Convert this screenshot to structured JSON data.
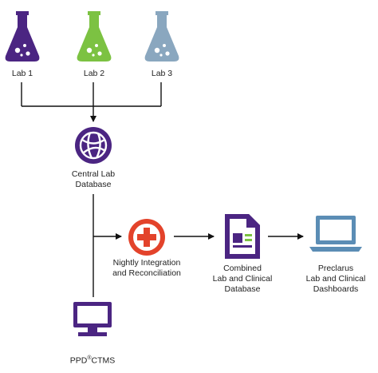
{
  "nodes": {
    "lab1": {
      "label": "Lab 1",
      "color": "#4b2582"
    },
    "lab2": {
      "label": "Lab 2",
      "color": "#7cc242"
    },
    "lab3": {
      "label": "Lab 3",
      "color": "#8aa7bf"
    },
    "central": {
      "label_line1": "Central Lab",
      "label_line2": "Database",
      "color": "#4b2582"
    },
    "nightly": {
      "label_line1": "Nightly Integration",
      "label_line2": "and Reconciliation",
      "color": "#e3432b"
    },
    "combined": {
      "label_line1": "Combined",
      "label_line2": "Lab and Clinical",
      "label_line3": "Database",
      "color": "#4b2582",
      "accent": "#7cc242"
    },
    "preclarus": {
      "label_line1": "Preclarus",
      "label_line2": "Lab and Clinical",
      "label_line3": "Dashboards",
      "color": "#5b8db5"
    },
    "ctms": {
      "label_prefix": "PPD",
      "label_sup": "®",
      "label_suffix": "CTMS",
      "color": "#4b2582"
    }
  },
  "icons": {
    "lab1": "flask-icon",
    "lab2": "flask-icon",
    "lab3": "flask-icon",
    "central": "globe-network-icon",
    "nightly": "plus-circle-icon",
    "combined": "document-icon",
    "preclarus": "laptop-icon",
    "ctms": "desktop-computer-icon"
  },
  "line_color": "#111111"
}
